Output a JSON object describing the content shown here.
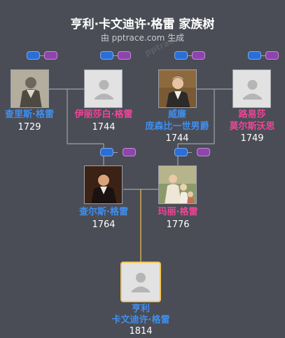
{
  "header": {
    "title": "亨利·卡文迪许·格雷 家族树",
    "subtitle": "由 pptrace.com 生成",
    "watermark": "pptrace"
  },
  "colors": {
    "background": "#4a4d55",
    "male": "#3f8ff0",
    "female": "#f0459a",
    "line": "#9ea2aa",
    "focus_border": "#f0c45a",
    "focus_line": "#e0b050"
  },
  "persons": [
    {
      "id": "charles_1729",
      "name": "查里斯·格雷",
      "year": "1729",
      "gender": "male",
      "photo": "portrait-old-man"
    },
    {
      "id": "elizabeth_1744",
      "name": "伊丽莎白·格雷",
      "year": "1744",
      "gender": "female",
      "photo": "placeholder"
    },
    {
      "id": "william_1744",
      "name_line1": "威廉",
      "name_line2": "庞森比一世男爵",
      "year": "1744",
      "gender": "male",
      "photo": "portrait-man"
    },
    {
      "id": "louisa_1749",
      "name_line1": "路易莎",
      "name_line2": "莫尔斯沃思",
      "year": "1749",
      "gender": "female",
      "photo": "placeholder"
    },
    {
      "id": "charles_1764",
      "name": "查尔斯·格雷",
      "year": "1764",
      "gender": "male",
      "photo": "portrait-dark-coat"
    },
    {
      "id": "mary_1776",
      "name": "玛丽·格雷",
      "year": "1776",
      "gender": "female",
      "photo": "painting-mother-children"
    },
    {
      "id": "henry_1814",
      "name_line1": "亨利",
      "name_line2": "卡文迪许·格雷",
      "year": "1814",
      "gender": "male",
      "photo": "placeholder"
    }
  ]
}
